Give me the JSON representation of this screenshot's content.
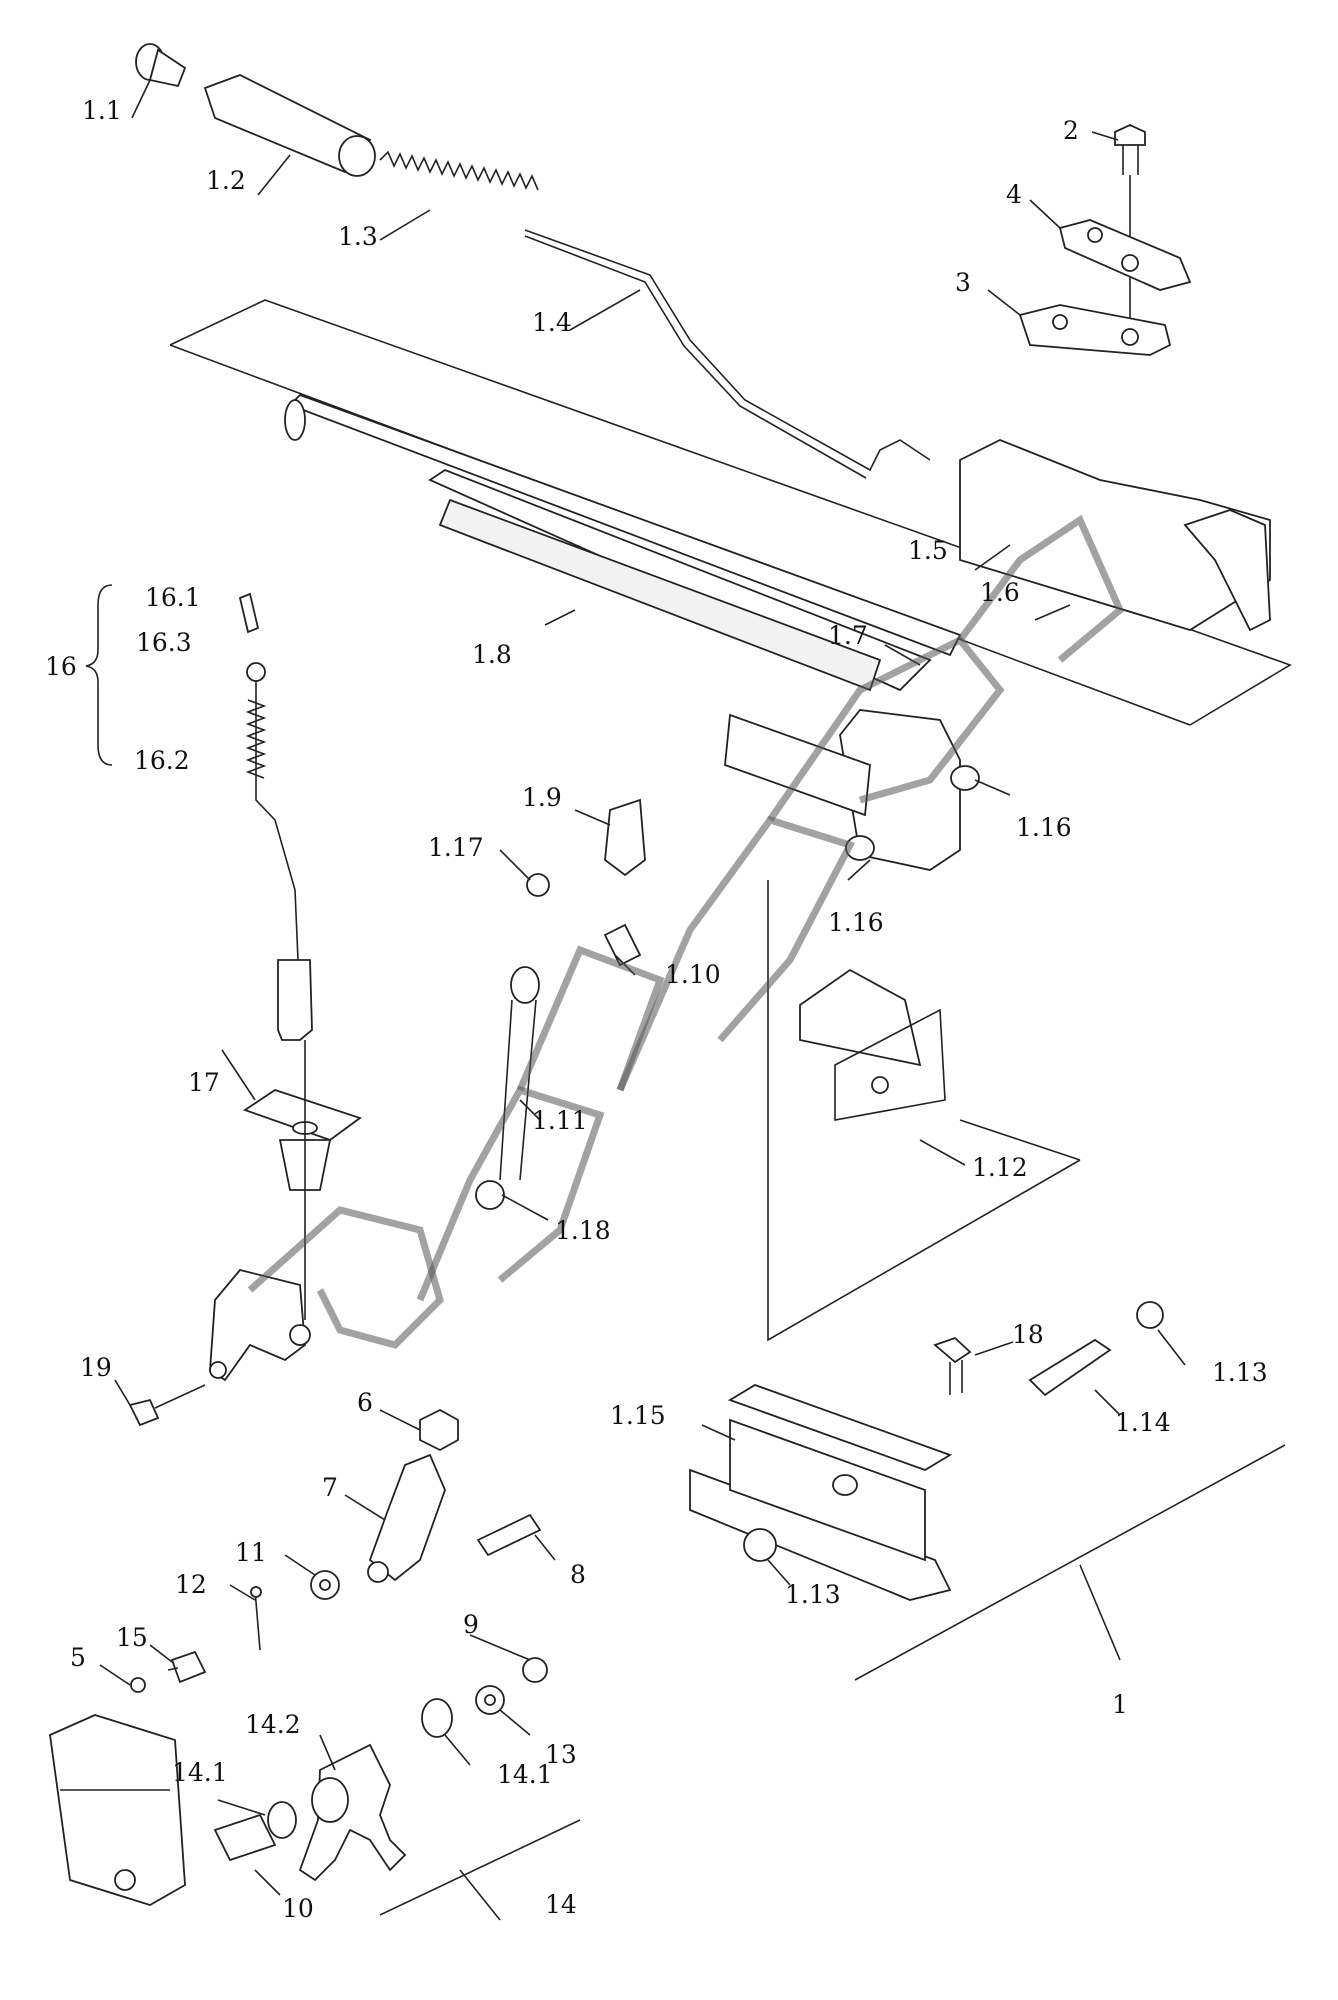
{
  "labels": {
    "l1_1": "1.1",
    "l1_2": "1.2",
    "l1_3": "1.3",
    "l1_4": "1.4",
    "l1_5": "1.5",
    "l1_6": "1.6",
    "l1_7": "1.7",
    "l1_8": "1.8",
    "l1_9": "1.9",
    "l1_10": "1.10",
    "l1_11": "1.11",
    "l1_12": "1.12",
    "l1_13a": "1.13",
    "l1_13b": "1.13",
    "l1_14": "1.14",
    "l1_15": "1.15",
    "l1_16a": "1.16",
    "l1_16b": "1.16",
    "l1_17": "1.17",
    "l1_18": "1.18",
    "l1": "1",
    "l2": "2",
    "l3": "3",
    "l4": "4",
    "l5": "5",
    "l6": "6",
    "l7": "7",
    "l8": "8",
    "l9": "9",
    "l10": "10",
    "l11": "11",
    "l12": "12",
    "l13": "13",
    "l14": "14",
    "l14_1a": "14.1",
    "l14_1b": "14.1",
    "l14_2": "14.2",
    "l15": "15",
    "l16": "16",
    "l16_1": "16.1",
    "l16_2": "16.2",
    "l16_3": "16.3",
    "l17": "17",
    "l18": "18",
    "l19": "19"
  },
  "watermark": {
    "icon": "company-logo-watermark"
  }
}
